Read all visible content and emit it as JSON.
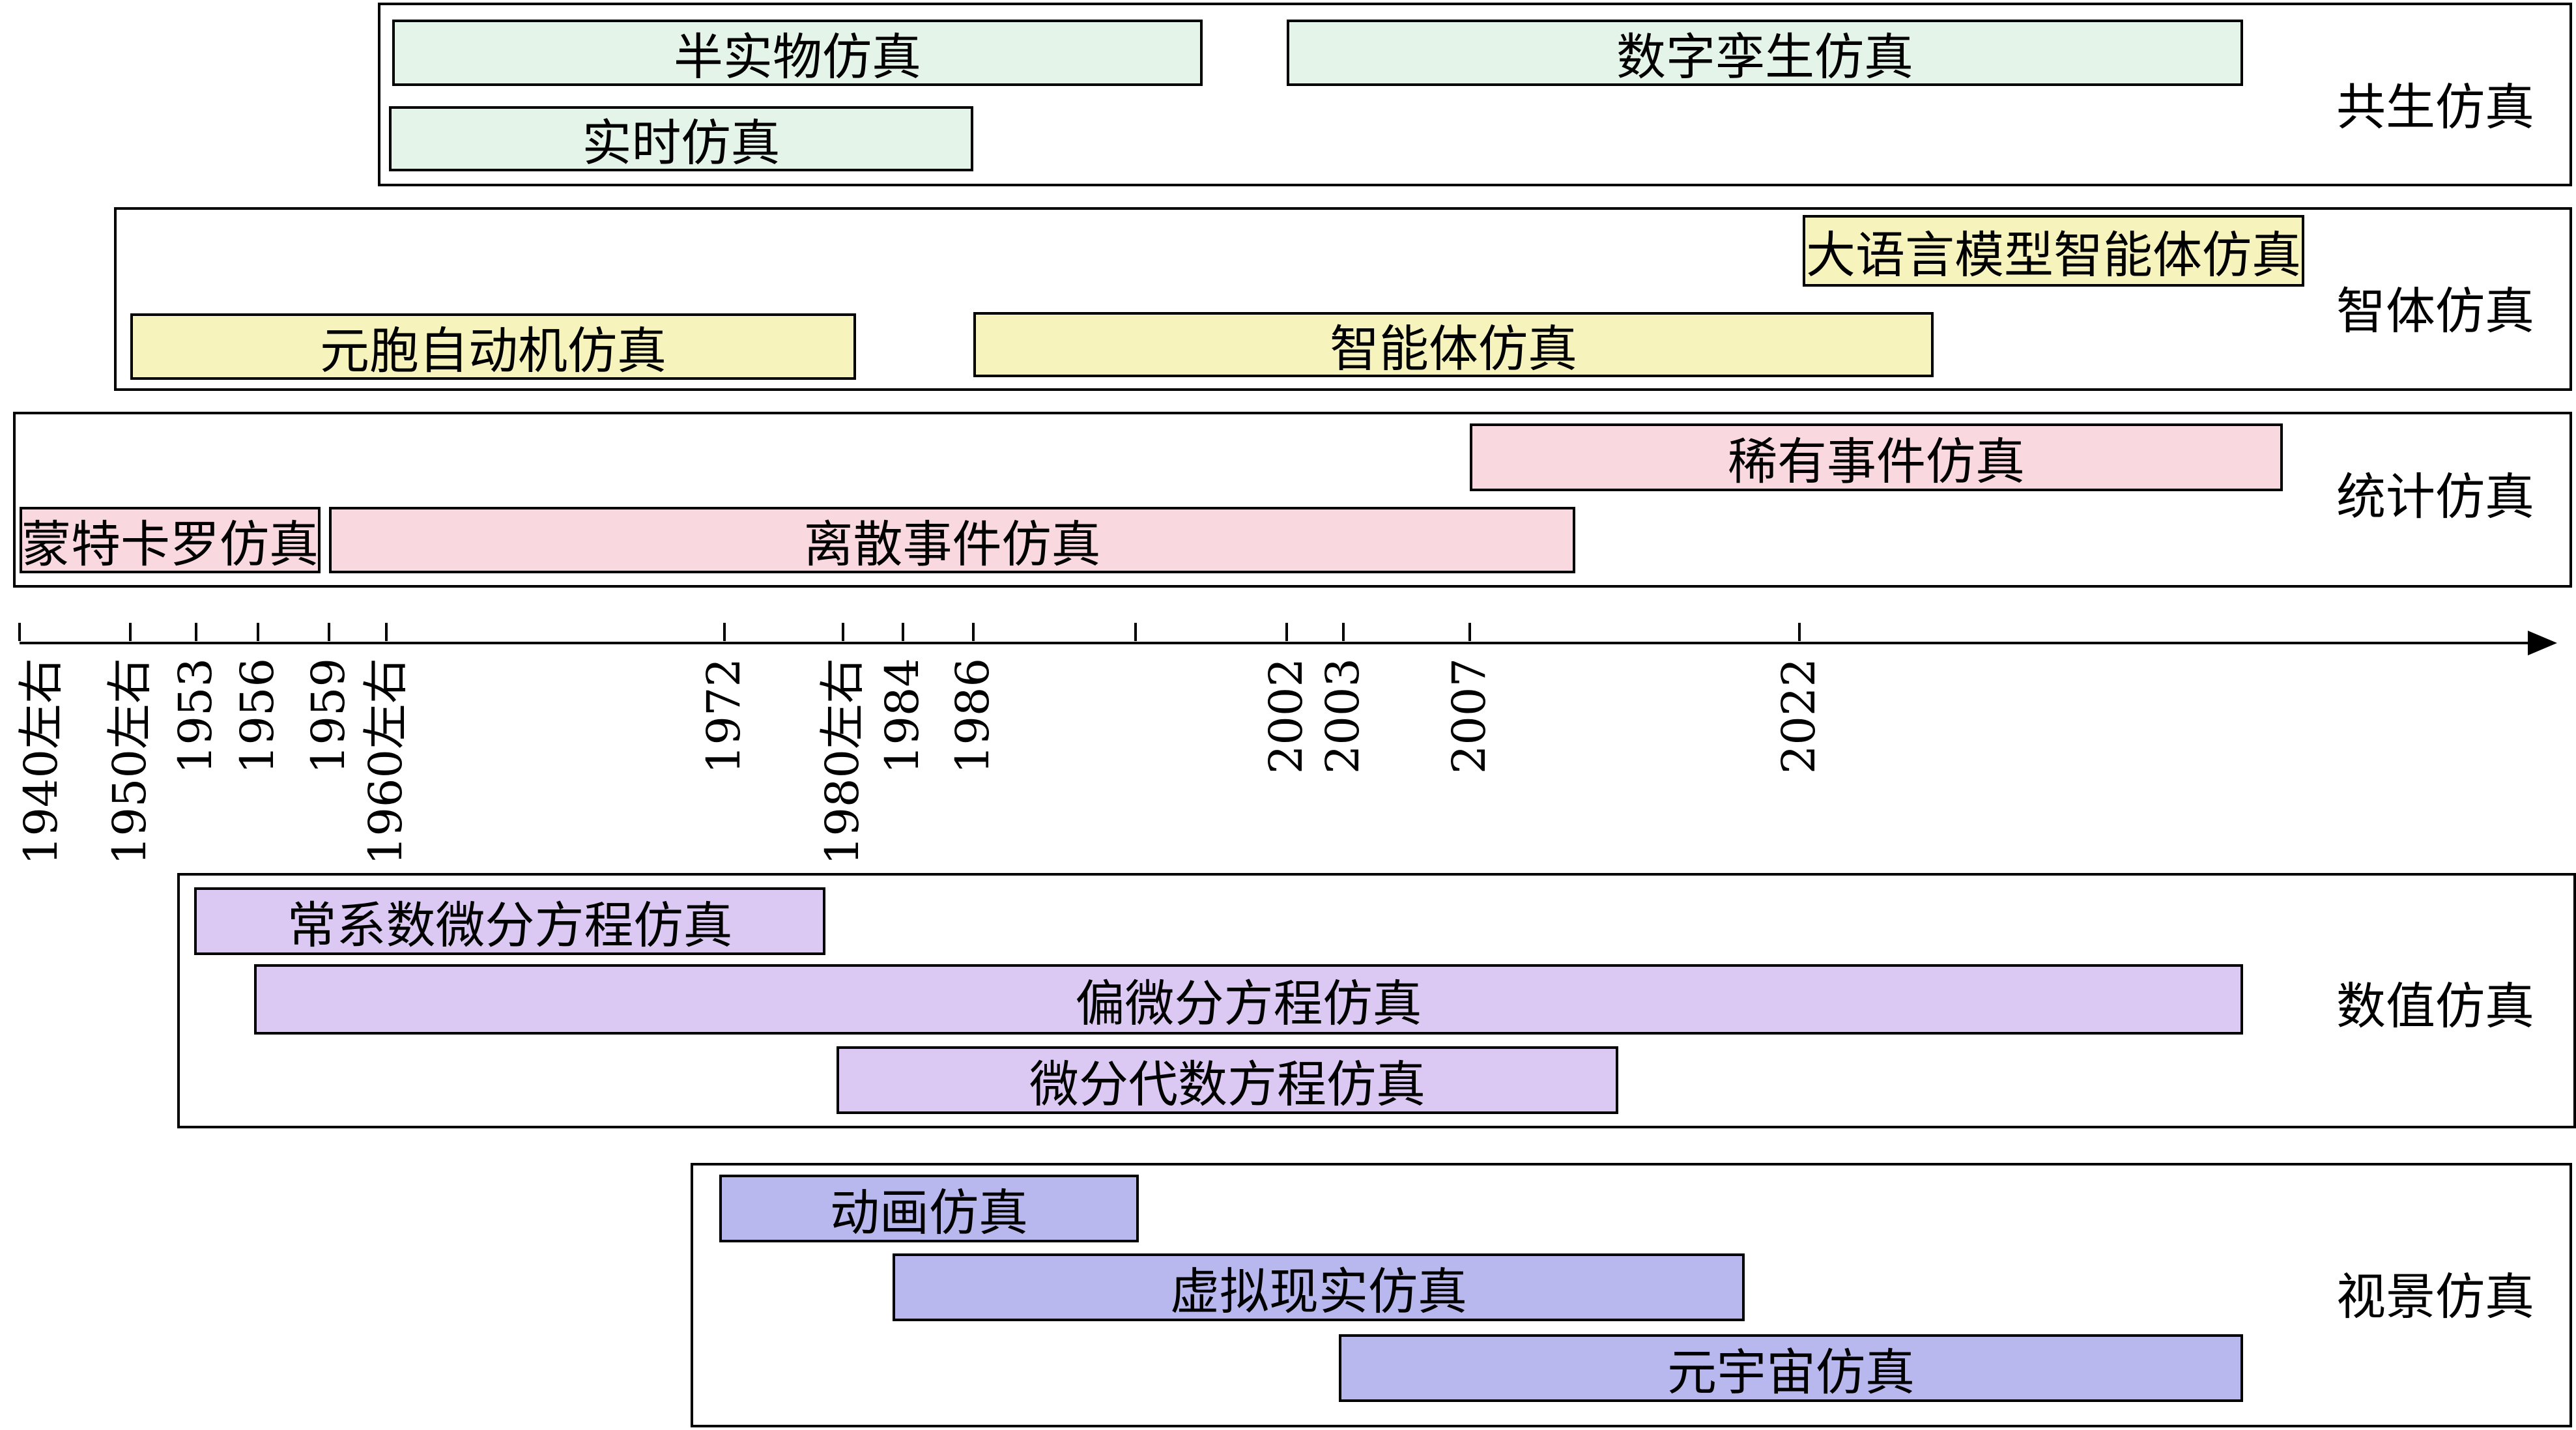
{
  "groups": [
    {
      "id": "symbiotic",
      "label": "共生仿真",
      "bars": [
        "半实物仿真",
        "数字孪生仿真",
        "实时仿真"
      ]
    },
    {
      "id": "agent",
      "label": "智体仿真",
      "bars": [
        "大语言模型智能体仿真",
        "元胞自动机仿真",
        "智能体仿真"
      ]
    },
    {
      "id": "stat",
      "label": "统计仿真",
      "bars": [
        "稀有事件仿真",
        "蒙特卡罗仿真",
        "离散事件仿真"
      ]
    },
    {
      "id": "numeric",
      "label": "数值仿真",
      "bars": [
        "常系数微分方程仿真",
        "偏微分方程仿真",
        "微分代数方程仿真"
      ]
    },
    {
      "id": "visual",
      "label": "视景仿真",
      "bars": [
        "动画仿真",
        "虚拟现实仿真",
        "元宇宙仿真"
      ]
    }
  ],
  "timeline": {
    "ticks": [
      "1940左右",
      "1950左右",
      "1953",
      "1956",
      "1959",
      "1960左右",
      "1972",
      "1980左右",
      "1984",
      "1986",
      "",
      "2002",
      "2003",
      "2007",
      "2022"
    ]
  },
  "colors": {
    "symbiotic": "#e4f4e8",
    "agent": "#f6f3bc",
    "stat": "#f9d8df",
    "numeric": "#dcc9f3",
    "visual": "#b8b8ee"
  }
}
